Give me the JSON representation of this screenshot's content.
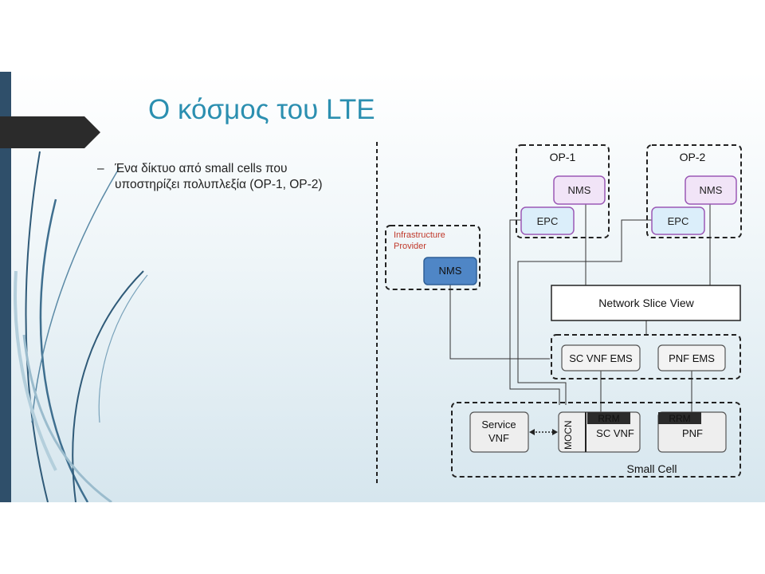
{
  "title": "Ο κόσμος του LTE",
  "bullet": {
    "dash": "–",
    "line1": "Ένα δίκτυο από small cells που",
    "line2": "υποστηρίζει πολυπλεξία (OP-1, OP-2)"
  },
  "diagram": {
    "op1_label": "OP-1",
    "op2_label": "OP-2",
    "nms": "NMS",
    "epc": "EPC",
    "infra_label_line1": "Infrastructure",
    "infra_label_line2": "Provider",
    "network_slice_view": "Network Slice View",
    "sc_vnf_ems": "SC VNF EMS",
    "pnf_ems": "PNF EMS",
    "service_vnf_line1": "Service",
    "service_vnf_line2": "VNF",
    "mocn": "MOCN",
    "rrm": "RRM",
    "sc_vnf": "SC VNF",
    "pnf": "PNF",
    "small_cell": "Small Cell"
  },
  "colors": {
    "title": "#2b8fb0",
    "nms_purple_fill": "#f1e4f7",
    "nms_purple_stroke": "#9b59b6",
    "epc_fill": "#dbeefa",
    "nms_infra_fill": "#4f86c6",
    "infra_text": "#c0392b"
  }
}
